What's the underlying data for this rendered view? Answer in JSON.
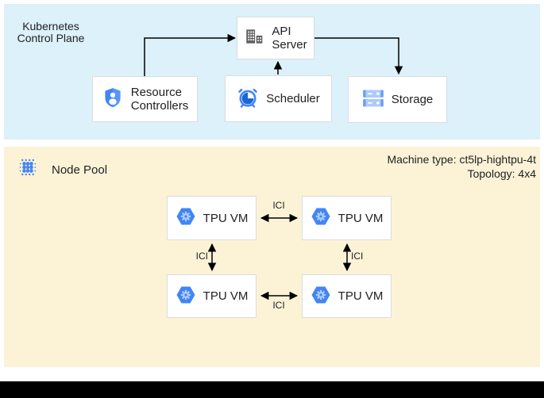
{
  "control_plane": {
    "title_line1": "Kubernetes",
    "title_line2": "Control Plane",
    "api_server": {
      "line1": "API",
      "line2": "Server"
    },
    "resource_controllers": {
      "line1": "Resource",
      "line2": "Controllers"
    },
    "scheduler": {
      "label": "Scheduler"
    },
    "storage": {
      "label": "Storage"
    }
  },
  "node_pool": {
    "title": "Node Pool",
    "machine_type": "Machine type: ct5lp-hightpu-4t",
    "topology": "Topology: 4x4",
    "vms": [
      {
        "label": "TPU VM"
      },
      {
        "label": "TPU VM"
      },
      {
        "label": "TPU VM"
      },
      {
        "label": "TPU VM"
      }
    ],
    "links": [
      {
        "label": "ICI"
      },
      {
        "label": "ICI"
      },
      {
        "label": "ICI"
      },
      {
        "label": "ICI"
      }
    ]
  },
  "icons": {
    "api_server": "building-icon",
    "resource_controllers": "shield-user-icon",
    "scheduler": "alarm-clock-icon",
    "storage": "storage-disks-icon",
    "tpu_vm": "gke-hexagon-gear-icon",
    "node_pool": "dot-cluster-icon"
  },
  "colors": {
    "control_plane_bg": "#dcf1fa",
    "node_pool_bg": "#fcf3d7",
    "box_border": "#dadce0",
    "box_bg": "#ffffff",
    "google_blue": "#4285f4",
    "light_blue": "#aecbfa",
    "dark_blue": "#1967d2",
    "icon_gray": "#616161",
    "text": "#202124",
    "footer_bar": "#000000",
    "arrow": "#000000"
  }
}
